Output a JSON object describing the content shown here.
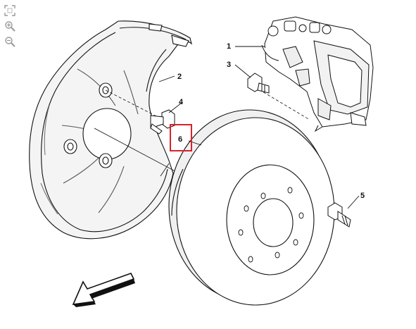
{
  "toolbar": {
    "icons": [
      "fit-screen-icon",
      "zoom-in-icon",
      "zoom-out-icon"
    ]
  },
  "callouts": {
    "c1": "1",
    "c2": "2",
    "c3": "3",
    "c4": "4",
    "c5": "5",
    "c6": "6"
  },
  "highlight": {
    "color": "#d9212b",
    "callout": "6"
  },
  "colors": {
    "line": "#111111",
    "shade": "#e6e6e6"
  }
}
